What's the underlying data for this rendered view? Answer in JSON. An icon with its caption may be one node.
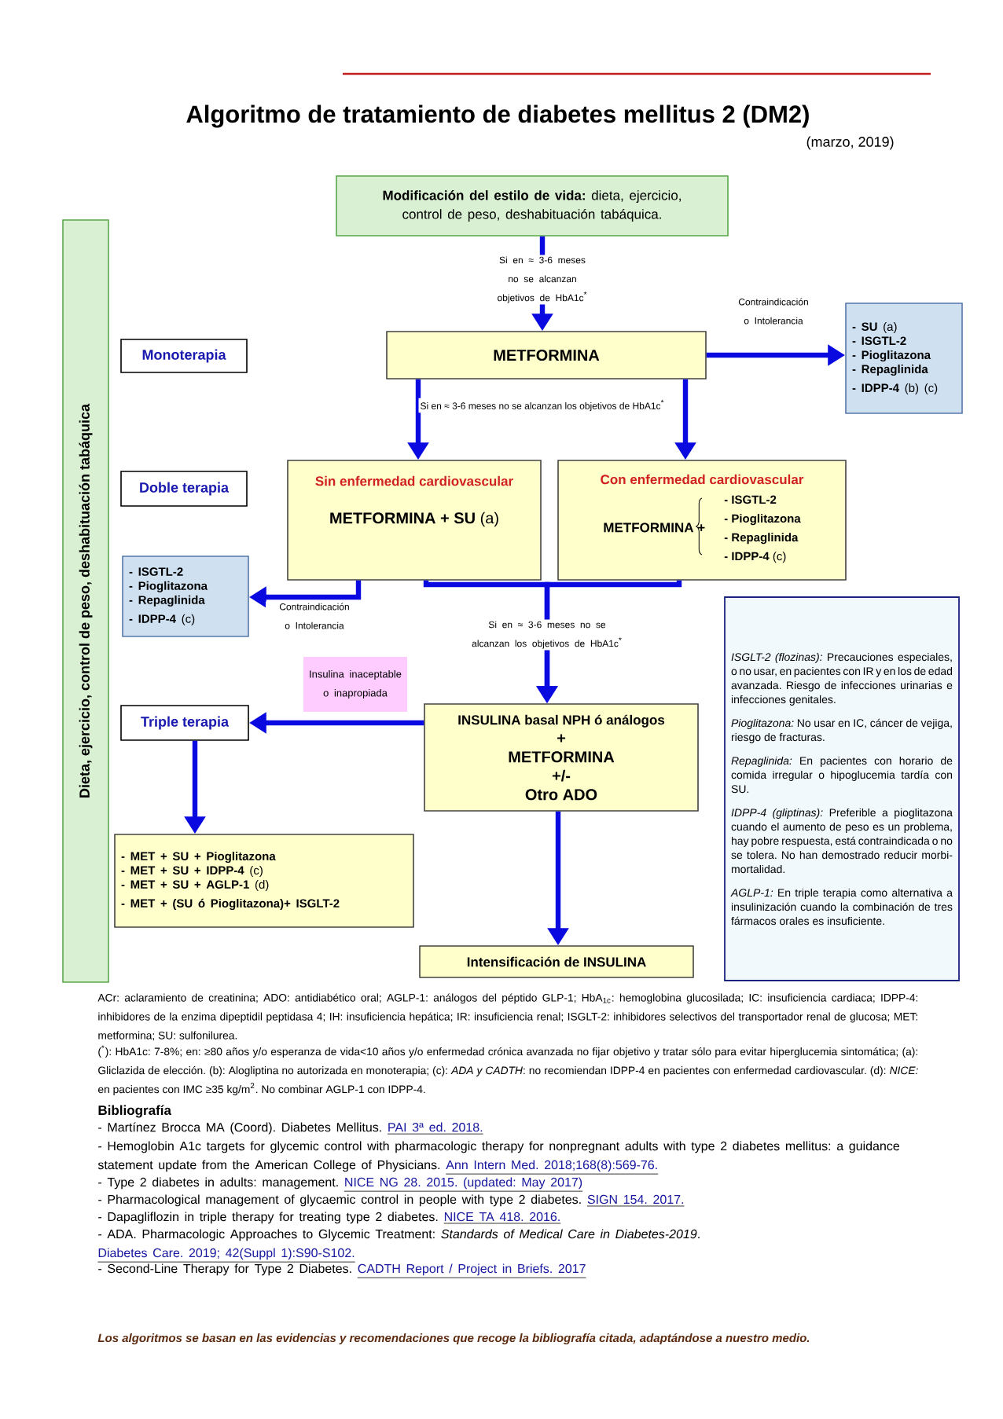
{
  "diagram": {
    "title": "Algoritmo de tratamiento de diabetes mellitus 2 (DM2)",
    "nodes": [
      {
        "text": [
          "**Modificación del estilo de vida:** dieta, ejercicio, control de peso, deshabituación tabáquica."
        ]
      },
      {
        "text": [
          "Dieta, ejercicio, control de peso, deshabituación tabáquica"
        ]
      },
      {
        "text": [
          "Monoterapia"
        ]
      },
      {
        "text": [
          "METFORMINA"
        ]
      },
      {
        "text": [
          "**- SU** (a)",
          "- ISGTL-2",
          "- Pioglitazona",
          "- Repaglinida",
          "**- IDPP-4** (b) (c)"
        ]
      },
      {
        "text": [
          "Doble terapia"
        ]
      },
      {
        "text": [
          "Sin enfermedad cardiovascular",
          "**METFORMINA + SU** (a)"
        ]
      },
      {
        "text": [
          "Con enfermedad cardiovascular",
          "METFORMINA +",
          "- ISGTL-2",
          "- Pioglitazona",
          "- Repaglinida",
          "**- IDPP-4** (c)"
        ]
      },
      {
        "text": [
          "- ISGTL-2",
          "- Pioglitazona",
          "- Repaglinida",
          "**- IDPP-4** (c)"
        ]
      },
      {
        "text": [
          "Insulina inaceptable o inapropiada"
        ]
      },
      {
        "text": [
          "Triple terapia"
        ]
      },
      {
        "text": [
          "INSULINA basal NPH ó análogos",
          "+",
          "METFORMINA",
          "+/-",
          "Otro ADO"
        ]
      },
      {
        "text": [
          "- MET + SU + Pioglitazona",
          "**- MET + SU + IDPP-4** (c)",
          "**- MET + SU + AGLP-1** (d)",
          "- MET + (SU ó Pioglitazona)+ ISGLT-2"
        ]
      },
      {
        "text": [
          "Intensificación de INSULINA"
        ]
      },
      {
        "text": [
          "*ISGLT-2 (flozinas):* Precauciones especiales, o no usar, en pacientes con IR y en los de edad avanzada. Riesgo de infecciones urinarias e infecciones genitales.",
          "*Pioglitazona:* No usar en IC, cáncer de vejiga, riesgo de fracturas.",
          "*Repaglinida:* En pacientes con horario de comida irregular o hipoglucemia tardía con SU.",
          "*IDPP-4 (gliptinas):* Preferible a pioglitazona cuando el aumento de peso es un problema, hay pobre respuesta, está contraindicada o no se tolera. No han demostrado reducir morbi-mortalidad.",
          "*AGLP-1:* En triple terapia como alternativa a insulinización cuando la combinación de tres fármacos orales es insuficiente."
        ]
      }
    ],
    "edges": [
      {
        "from": 0,
        "to": 3,
        "arrow": "to",
        "label": "Si en ≈ 3-6 meses no se alcanzan objetivos de HbA1c$^{*}$"
      },
      {
        "from": 3,
        "to": 4,
        "arrow": "to",
        "label": "Contraindicación o Intolerancia"
      },
      {
        "from": 3,
        "to": 6,
        "arrow": "to"
      },
      {
        "from": 3,
        "to": 7,
        "arrow": "to"
      },
      {
        "from": 6,
        "to": 8,
        "arrow": "to",
        "label": "Contraindicación o Intolerancia"
      },
      {
        "from": 6,
        "to": 11,
        "arrow": "to"
      },
      {
        "from": 7,
        "to": 11,
        "arrow": "to"
      },
      {
        "from": 11,
        "to": 10,
        "arrow": "to"
      },
      {
        "from": 10,
        "to": 12,
        "arrow": "to"
      },
      {
        "from": 11,
        "to": 13,
        "arrow": "to"
      }
    ],
    "labels": [
      "(marzo, 2019)",
      "Si en ≈ 3-6 meses no se alcanzan los objetivos de HbA1c$^{*}$",
      "Si en ≈ 3-6 meses no se alcanzan los objetivos de HbA1c$^{*}$",
      "ACr: aclaramiento de creatinina; ADO: antidiabético oral; AGLP-1: análogos del péptido GLP-1; HbA$_{1c}$: hemoglobina glucosilada; IC: insuficiencia cardiaca; IDPP-4: inhibidores de la enzima dipeptidil peptidasa 4; IH: insuficiencia hepática; IR: insuficiencia renal; ISGLT-2: inhibidores selectivos del transportador renal de glucosa; MET: metformina; SU: sulfonilurea.",
      "($^{*}$): HbA1c: 7-8%; en: ≥80 años y/o esperanza de vida<10 años y/o enfermedad crónica avanzada no fijar objetivo y tratar sólo para evitar hiperglucemia sintomática; (a): Gliclazida de elección. (b): Alogliptina no autorizada en monoterapia; (c): *ADA y CADTH*: no recomiendan IDPP-4 en pacientes con enfermedad cardiovascular. (d): *NICE:* en pacientes con IMC ≥35 kg/m$^{2}$. No combinar AGLP-1 con IDPP-4.",
      "Bibliografía",
      "- Martínez Brocca MA (Coord). Diabetes Mellitus.",
      "PAI 3ª ed. 2018.",
      "- Hemoglobin A1c targets for glycemic control with pharmacologic therapy for nonpregnant adults with type 2 diabetes mellitus: a guidance statement update from the American College of Physicians.",
      "Ann Intern Med. 2018;168(8):569-76.",
      "- Type 2 diabetes in adults: management.",
      "NICE NG 28. 2015. (updated: May 2017)",
      "- Pharmacological management of glycaemic control in people with type 2 diabetes.",
      "SIGN 154. 2017.",
      "- Dapagliflozin in triple therapy for treating type 2 diabetes.",
      "NICE TA 418. 2016.",
      "- ADA. Pharmacologic Approaches to Glycemic Treatment: *Standards of Medical Care in Diabetes-2019*.",
      "Diabetes Care. 2019; 42(Suppl 1):S90-S102.",
      "- Second-Line Therapy for Type 2 Diabetes.",
      "CADTH Report / Project in Briefs. 2017",
      "Los algoritmos se basan en las evidencias y recomendaciones que recoge la bibliografía citada, adaptándose a nuestro medio."
    ]
  }
}
